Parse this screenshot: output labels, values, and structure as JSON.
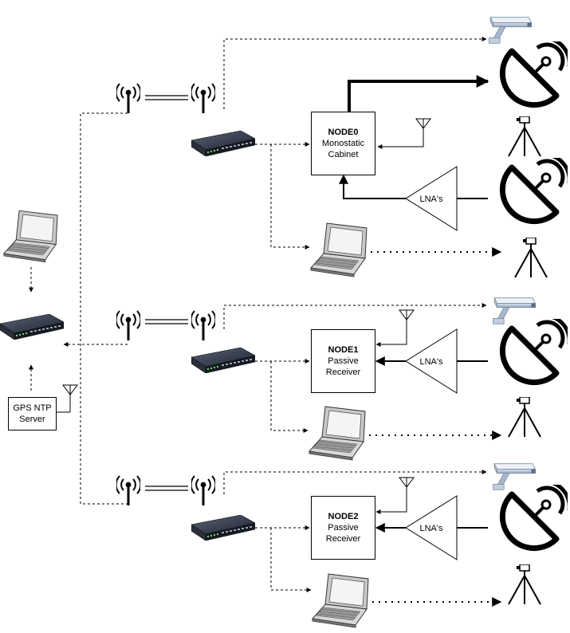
{
  "gps_server": {
    "line1": "GPS NTP",
    "line2": "Server"
  },
  "nodes": [
    {
      "title": "NODE0",
      "line1": "Monostatic",
      "line2": "Cabinet"
    },
    {
      "title": "NODE1",
      "line1": "Passive",
      "line2": "Receiver"
    },
    {
      "title": "NODE2",
      "line1": "Passive",
      "line2": "Receiver"
    }
  ],
  "lna_label": "LNA's",
  "icons": {
    "switch": "network-switch-icon",
    "laptop": "laptop-icon",
    "wireless": "wireless-antenna-icon",
    "antenna": "rf-antenna-icon",
    "camera": "security-camera-icon",
    "dish": "satellite-dish-icon",
    "tripod": "tripod-icon"
  }
}
